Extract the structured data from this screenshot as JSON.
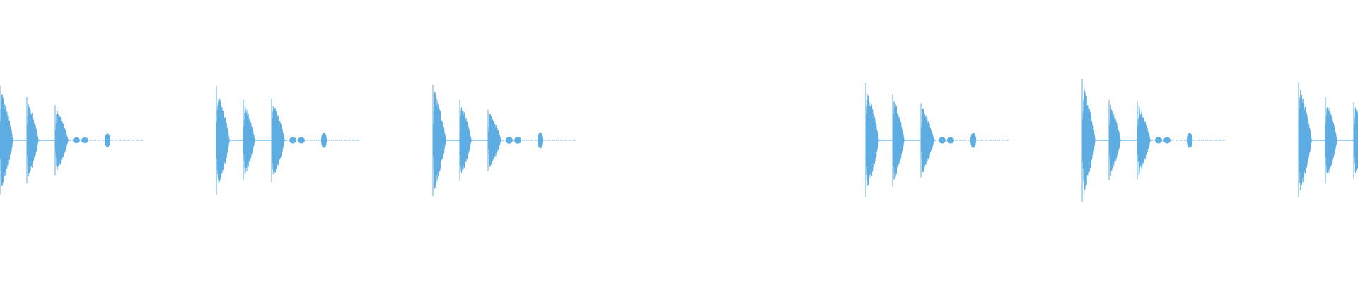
{
  "waveform": {
    "color": "#5dade2",
    "background": "#ffffff",
    "beat_groups": [
      {
        "index": 0,
        "amplitudes": [
          0.78,
          0.62,
          0.5
        ],
        "tail": 0.18
      },
      {
        "index": 1,
        "amplitudes": [
          0.78,
          0.58,
          0.6
        ],
        "tail": 0.2
      },
      {
        "index": 2,
        "amplitudes": [
          0.8,
          0.58,
          0.44
        ],
        "tail": 0.21
      },
      {
        "index": 3,
        "amplitudes": [
          0.0,
          0.0,
          0.0
        ],
        "tail": 0.0
      },
      {
        "index": 4,
        "amplitudes": [
          0.82,
          0.66,
          0.53
        ],
        "tail": 0.2
      },
      {
        "index": 5,
        "amplitudes": [
          0.88,
          0.58,
          0.56
        ],
        "tail": 0.2
      },
      {
        "index": 6,
        "amplitudes": [
          0.82,
          0.62,
          0.55
        ],
        "tail": 0.0
      }
    ]
  }
}
